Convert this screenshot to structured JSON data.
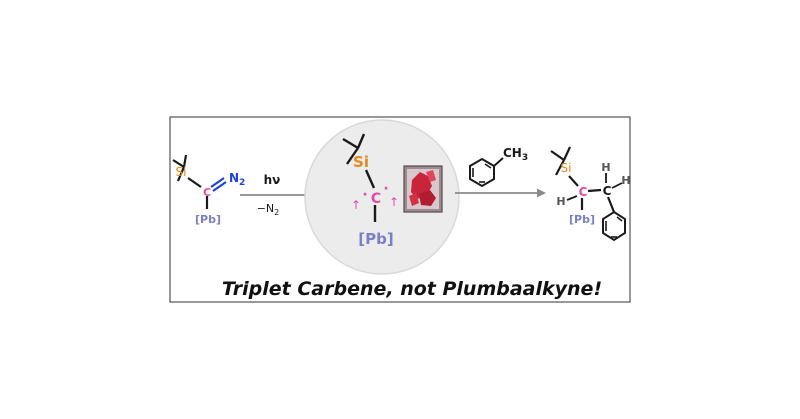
{
  "colors": {
    "silicon": "#e38a1e",
    "carbon_pink": "#e64aa8",
    "nitrogen": "#1c3fd8",
    "lead": "#7b7fc4",
    "bond": "#1a1a1a",
    "arrow": "#8a8a8a",
    "circle_fill": "#ececec",
    "vial_red": "#c8253a"
  },
  "reactant": {
    "si": "Si",
    "c": "C",
    "n2": "N",
    "n2_sub": "2",
    "pb": "[Pb]"
  },
  "step1": {
    "reagent": "hν",
    "byproduct_minus": "−N",
    "byproduct_sub": "2"
  },
  "intermediate": {
    "si": "Si",
    "c": "C",
    "dot": "·",
    "pb": "[Pb]",
    "spin_arrow": "↑"
  },
  "step2": {
    "toluene_ch": "CH",
    "toluene_sub": "3"
  },
  "product": {
    "si": "Si",
    "c1": "C",
    "c2": "C",
    "h": "H",
    "pb": "[Pb]"
  },
  "caption": "Triplet Carbene, not Plumbaalkyne!"
}
